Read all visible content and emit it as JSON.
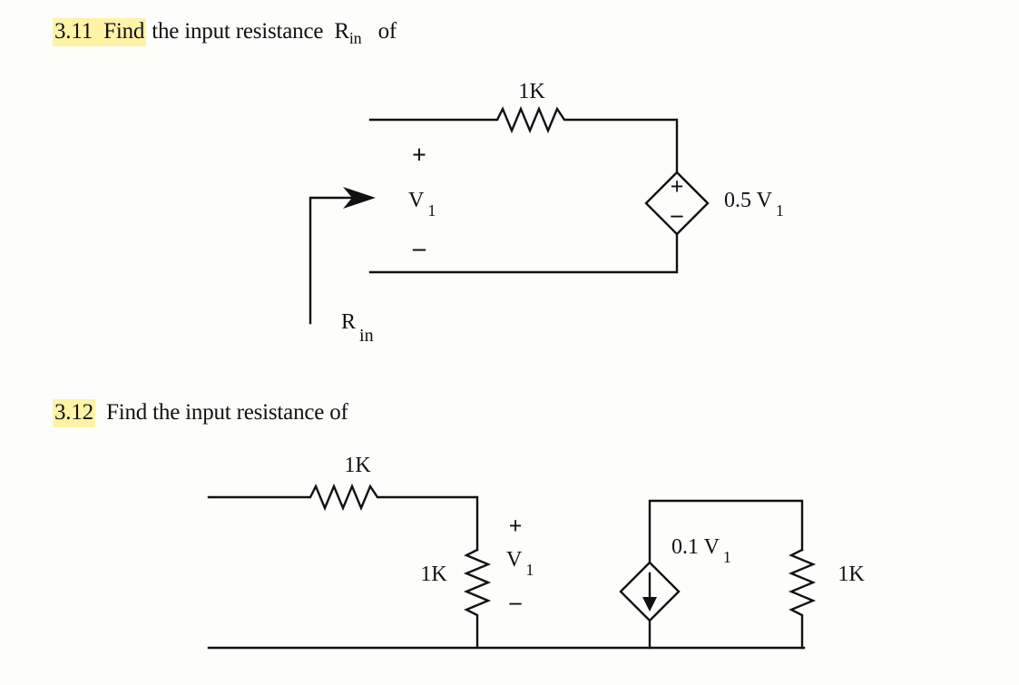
{
  "problem_311": {
    "number": "3.11",
    "text_find": "Find",
    "text_rest": "the input resistance",
    "rin_R": "R",
    "rin_sub": "in",
    "text_of": "of",
    "resistor_label": "1K",
    "v1_plus": "+",
    "v1_V": "V",
    "v1_sub": "1",
    "v1_minus": "–",
    "source_plus": "+",
    "source_minus": "–",
    "source_label_main": "0.5 V",
    "source_label_sub": "1",
    "rin_label_R": "R",
    "rin_label_sub": "in"
  },
  "problem_312": {
    "number": "3.12",
    "text": "Find the input resistance of",
    "series_resistor_label": "1K",
    "shunt_resistor_label": "1K",
    "v1_plus": "+",
    "v1_V": "V",
    "v1_sub": "1",
    "v1_minus": "–",
    "source_label_main": "0.1 V",
    "source_label_sub": "1",
    "load_resistor_label": "1K"
  },
  "colors": {
    "highlight": "#fff3a6",
    "ink": "#111111"
  }
}
